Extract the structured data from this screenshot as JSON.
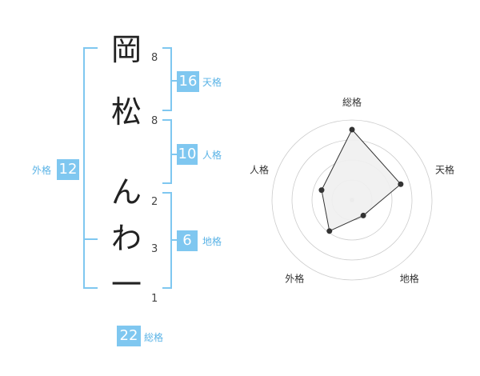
{
  "name_chars": [
    {
      "char": "岡",
      "strokes": "8"
    },
    {
      "char": "松",
      "strokes": "8"
    },
    {
      "char": "ん",
      "strokes": "2"
    },
    {
      "char": "わ",
      "strokes": "3"
    },
    {
      "char": "一",
      "strokes": "1"
    }
  ],
  "fortune": {
    "tenkaku": {
      "value": "16",
      "label": "天格"
    },
    "jinkaku": {
      "value": "10",
      "label": "人格"
    },
    "chikaku": {
      "value": "6",
      "label": "地格"
    },
    "gaikaku": {
      "value": "12",
      "label": "外格"
    },
    "soukaku": {
      "value": "22",
      "label": "総格"
    }
  },
  "chart_data": {
    "type": "radar",
    "axes": [
      "総格",
      "天格",
      "地格",
      "外格",
      "人格"
    ],
    "values": [
      22,
      16,
      6,
      12,
      10
    ],
    "rings": 4,
    "colors": {
      "accent": "#7fc7f0",
      "fill": "#f0f0f0",
      "stroke": "#333333",
      "grid": "#cccccc"
    }
  }
}
